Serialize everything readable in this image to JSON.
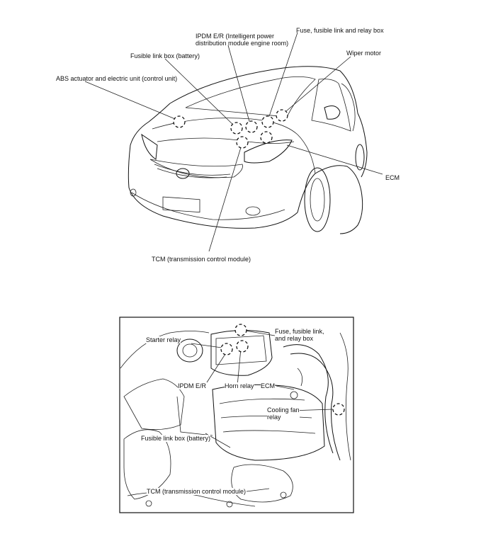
{
  "top_diagram": {
    "labels": {
      "ipdm": "IPDM E/R (Intelligent power\ndistribution module engine room)",
      "fuse_box": "Fuse, fusible link and relay box",
      "wiper": "Wiper motor",
      "fusible_battery": "Fusible link box (battery)",
      "abs": "ABS actuator and electric unit (control unit)",
      "ecm": "ECM",
      "tcm": "TCM (transmission control module)"
    }
  },
  "bottom_diagram": {
    "labels": {
      "starter_relay": "Starter relay",
      "fuse_box": "Fuse, fusible link,\nand relay box",
      "ipdm": "IPDM E/R",
      "horn_relay": "Horn relay",
      "ecm": "ECM",
      "cooling_fan": "Cooling fan\nrelay",
      "fusible_battery": "Fusible link box (battery)",
      "tcm": "TCM (transmission control module)"
    }
  }
}
